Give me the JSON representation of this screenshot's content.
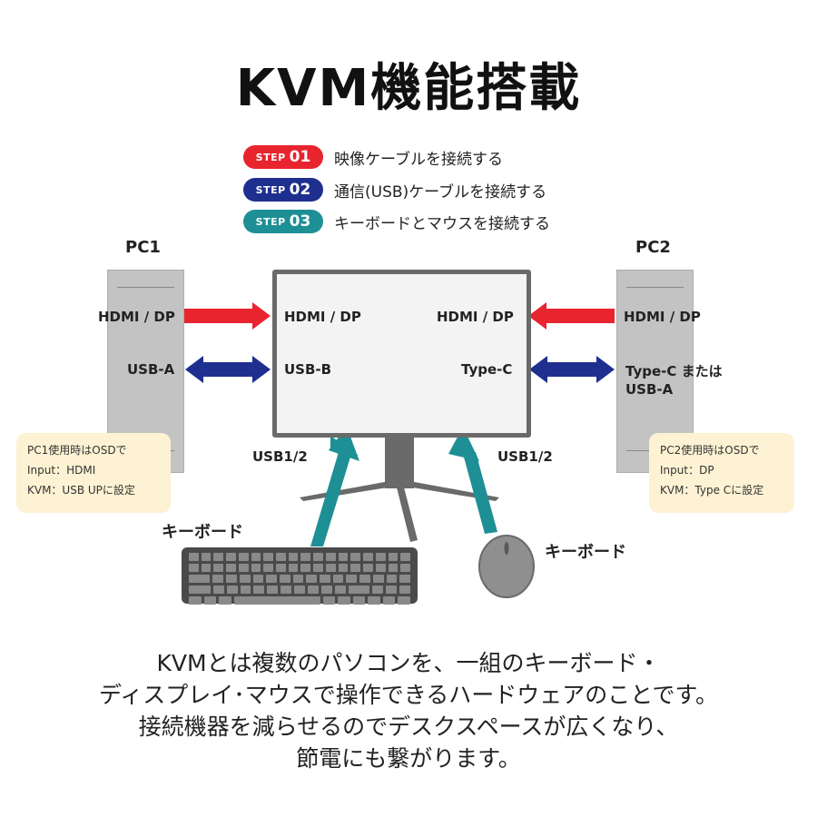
{
  "title": "KVM機能搭載",
  "steps": [
    {
      "prefix": "STEP",
      "number": "01",
      "text": "映像ケーブルを接続する",
      "color": "#e8242e"
    },
    {
      "prefix": "STEP",
      "number": "02",
      "text": "通信(USB)ケーブルを接続する",
      "color": "#1e2f8f"
    },
    {
      "prefix": "STEP",
      "number": "03",
      "text": "キーボードとマウスを接続する",
      "color": "#1e8f95"
    }
  ],
  "pc1": {
    "label": "PC1",
    "port1": "HDMI / DP",
    "port2": "USB-A"
  },
  "pc2": {
    "label": "PC2",
    "port1": "HDMI / DP",
    "port2_line1": "Type-C または",
    "port2_line2": "USB-A"
  },
  "monitor": {
    "left_port1": "HDMI / DP",
    "left_port2": "USB-B",
    "right_port1": "HDMI / DP",
    "right_port2": "Type-C"
  },
  "usb_left": "USB1/2",
  "usb_right": "USB1/2",
  "note1": {
    "line1": "PC1使用時はOSDで",
    "line2": "Input：HDMI",
    "line3": "KVM：USB UPに設定"
  },
  "note2": {
    "line1": "PC2使用時はOSDで",
    "line2": "Input：DP",
    "line3": "KVM：Type Cに設定"
  },
  "keyboard_label": "キーボード",
  "mouse_label": "キーボード",
  "colors": {
    "video_arrow": "#e8242e",
    "usb_arrow": "#1e2f8f",
    "peripheral_arrow": "#1e8f95"
  },
  "description": [
    "KVMとは複数のパソコンを、一組のキーボード・",
    "ディスプレイ･マウスで操作できるハードウェアのことです。",
    "接続機器を減らせるのでデスクスペースが広くなり、",
    "節電にも繋がります。"
  ]
}
